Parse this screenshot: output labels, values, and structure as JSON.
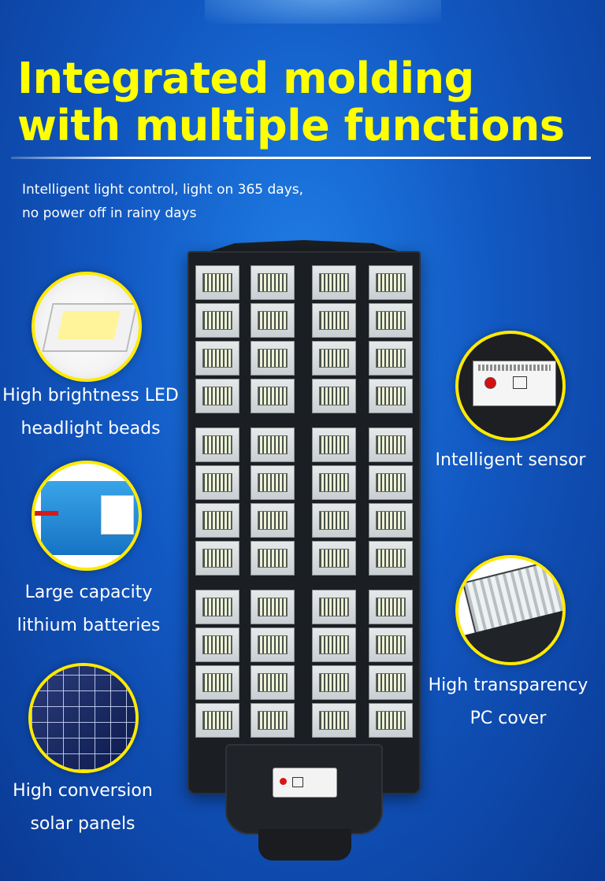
{
  "header": {
    "title_line1": "Integrated molding",
    "title_line2": "with multiple functions",
    "subtitle_line1": "Intelligent light control, light on 365 days,",
    "subtitle_line2": "no power off in rainy days"
  },
  "features": {
    "led": {
      "line1": "High brightness LED",
      "line2": "headlight beads",
      "icon": "led-chip-icon"
    },
    "battery": {
      "line1": "Large capacity",
      "line2": "lithium batteries",
      "icon": "battery-pack-icon"
    },
    "solar": {
      "line1": "High conversion",
      "line2": "solar panels",
      "icon": "solar-panel-icon"
    },
    "sensor": {
      "line1": "Intelligent sensor",
      "icon": "sensor-switch-icon"
    },
    "cover": {
      "line1": "High transparency",
      "line2": "PC cover",
      "icon": "pc-cover-icon"
    }
  },
  "colors": {
    "accent": "#ffff00",
    "ring": "#ffea00",
    "background": "#1258c2"
  }
}
